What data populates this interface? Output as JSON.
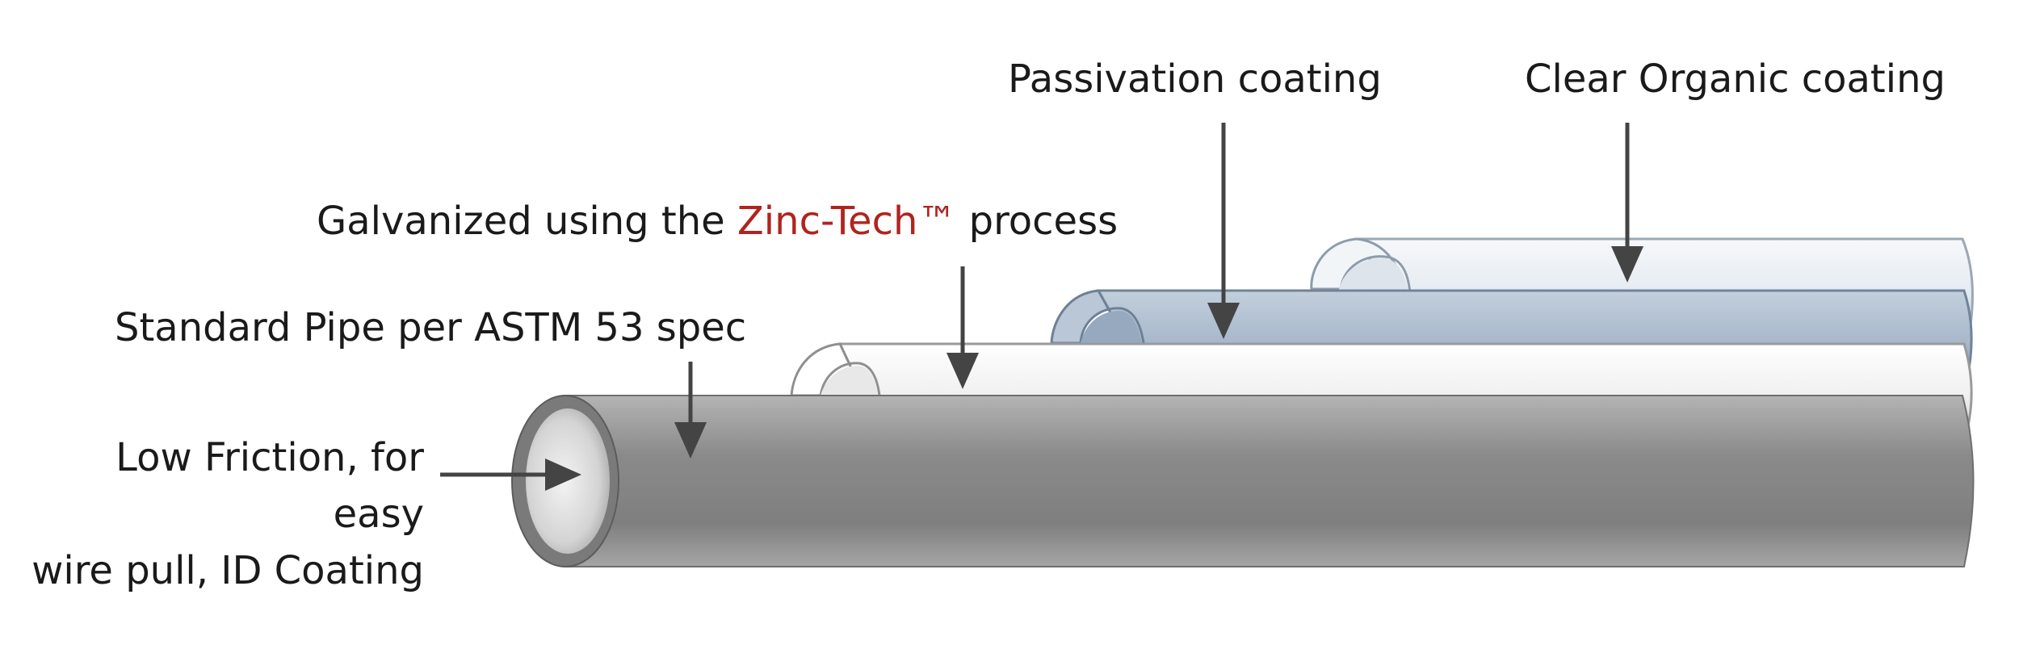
{
  "labels": {
    "clear_organic": "Clear Organic coating",
    "passivation": "Passivation coating",
    "galvanized_prefix": "Galvanized using the ",
    "galvanized_brand": "Zinc-Tech™",
    "galvanized_suffix": " process",
    "standard_pipe": "Standard Pipe per ASTM 53 spec",
    "low_friction_line1": "Low Friction, for easy",
    "low_friction_line2": "wire pull, ID Coating"
  },
  "colors": {
    "brand_accent": "#b0241f",
    "steel_pipe": "#8a8a8a",
    "galvanized_layer": "#eeeeee",
    "passivation_layer": "#a9b9cc",
    "clear_organic_layer": "#e4ebf1",
    "arrow": "#444444"
  }
}
